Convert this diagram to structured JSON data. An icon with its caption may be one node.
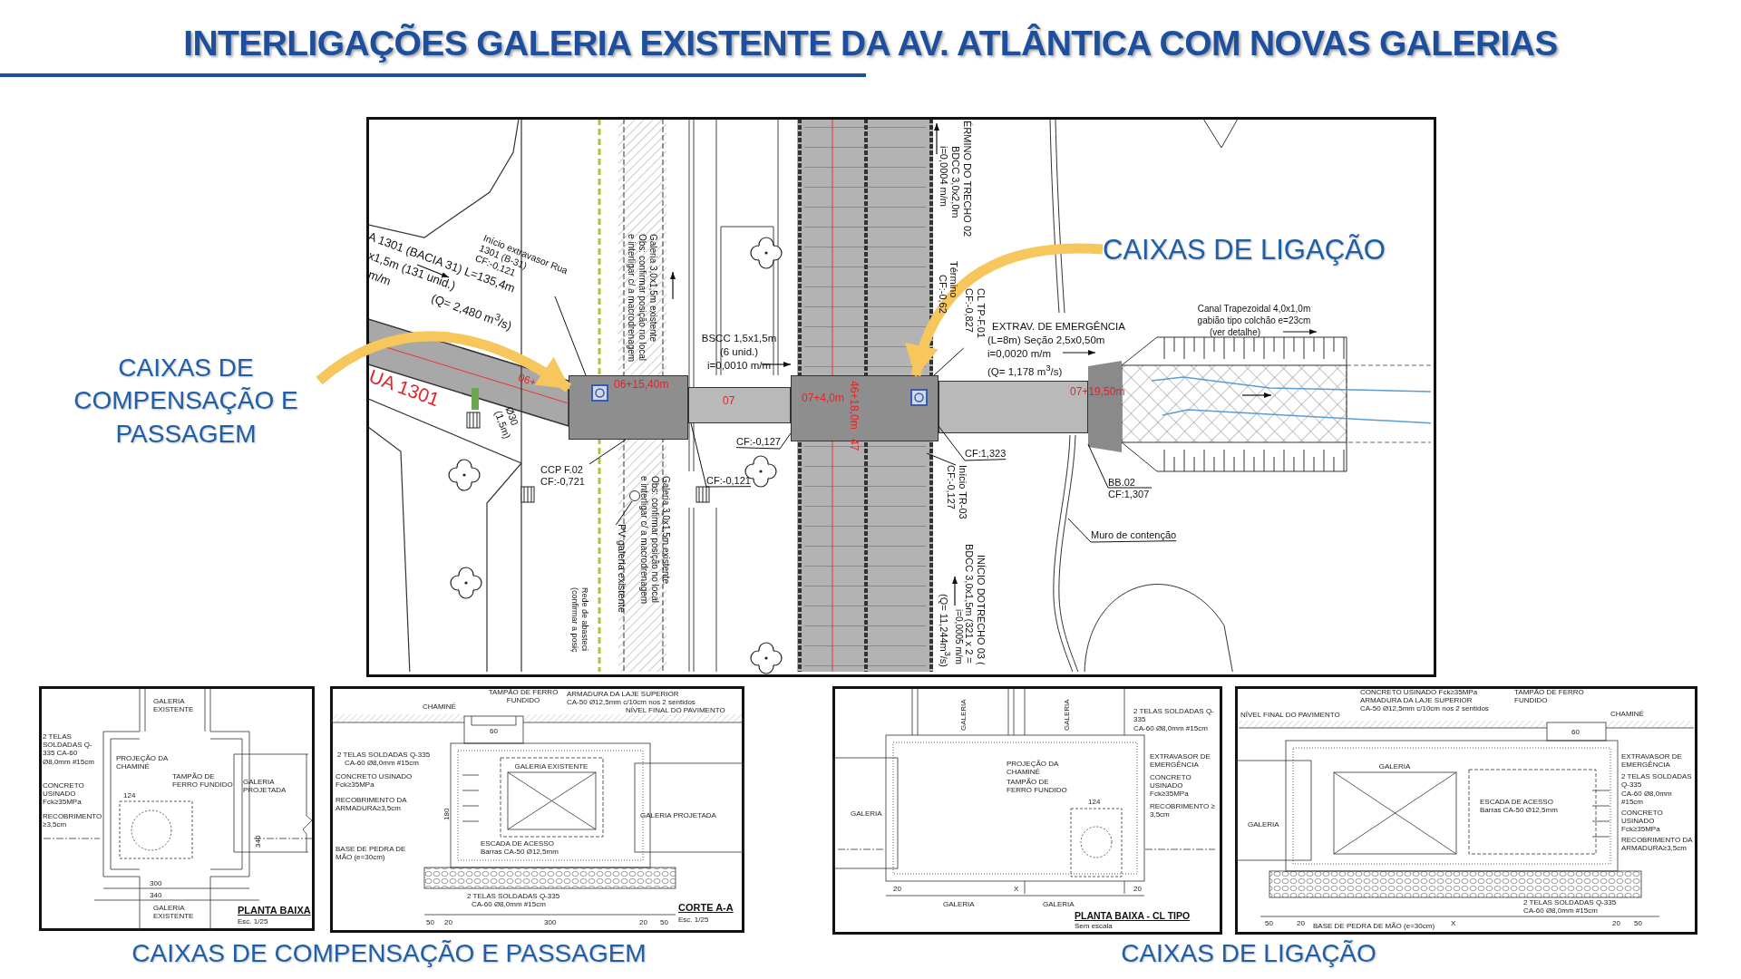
{
  "diagram": {
    "title": "INTERLIGAÇÕES GALERIA EXISTENTE DA AV. ATLÂNTICA COM NOVAS GALERIAS",
    "nodes": [
      {
        "text": [
          "CAIXAS DE COMPENSAÇÃO E PASSAGEM"
        ]
      },
      {
        "text": [
          "CAIXAS DE LIGAÇÃO"
        ]
      },
      {
        "text": [],
        "shape": "box"
      },
      {
        "text": [],
        "shape": "circle"
      },
      {
        "text": [],
        "shape": "box"
      },
      {
        "text": [],
        "shape": "box"
      },
      {
        "text": [],
        "shape": "box"
      },
      {
        "text": [],
        "shape": "trapezoid"
      },
      {
        "text": [
          "Início extravasor Rua 1301 (B-31) CF:-0,121"
        ]
      },
      {
        "text": [
          "CCP F.02 CF:-0,721"
        ]
      },
      {
        "text": [
          "CF:-0,121"
        ]
      },
      {
        "text": [
          "CF:-0,127"
        ]
      },
      {
        "text": [
          "PV galeria existente"
        ]
      },
      {
        "text": [
          "CL TP-F.01 CF:-0,827"
        ]
      },
      {
        "text": [
          "CF:1,323"
        ]
      },
      {
        "text": [
          "Início TR-03 CF:-0,127"
        ]
      },
      {
        "text": [
          "BB.02 CF:1,307"
        ]
      },
      {
        "text": [
          "Muro de contenção"
        ]
      }
    ],
    "edges": [
      {
        "from": 0,
        "to": 2,
        "arrow": "to",
        "style": "thick",
        "color": "#f7c65c"
      },
      {
        "from": 1,
        "to": 5,
        "arrow": "to",
        "style": "thick",
        "color": "#f7c65c"
      },
      {
        "from": 8,
        "to": 2,
        "arrow": "none"
      },
      {
        "from": 9,
        "to": 2,
        "arrow": "none"
      },
      {
        "from": 10,
        "to": 4,
        "arrow": "none"
      },
      {
        "from": 11,
        "to": 5,
        "arrow": "none"
      },
      {
        "from": 12,
        "to": 3,
        "arrow": "none"
      },
      {
        "from": 13,
        "to": 5,
        "arrow": "none"
      },
      {
        "from": 14,
        "to": 5,
        "arrow": "none"
      },
      {
        "from": 15,
        "to": null,
        "arrow": "none"
      },
      {
        "from": 16,
        "to": 7,
        "arrow": "none"
      },
      {
        "from": 17,
        "to": null,
        "arrow": "none"
      }
    ],
    "labels": [
      "A 1301 (BACIA 31) L=135,4m",
      "x1,5m (131 unid.)",
      "m/m",
      "(Q= 2,480 m$^{3}$/s)",
      "UA 1301",
      "06+",
      "06+15,40m",
      "07",
      "07+4,0m",
      "46+18,0m",
      "47",
      "07+19,50m",
      "BSCC 1,5x1,5m",
      "(6 unid.)",
      "i=0,0010 m/m",
      "Galeria 3,0x1,5m existente",
      "Obs: confirmar posição no local",
      "e interligar c/ a macrodrenagem",
      "Galeria 3,0x1,5m existente",
      "Obs: confirmar posição no local",
      "e interligar c/ a macrodrenagem",
      "ÉRMINO DO TRECHO 02",
      "BDCC 3,0x2,0m",
      "i=0,0004 m/m",
      "Término",
      "CF:-0,62",
      "EXTRAV. DE EMERGÊNCIA",
      "(L=8m) Seção 2,5x0,50m",
      "i=0,0020 m/m",
      "(Q= 1,178 m$^{3}$/s)",
      "Canal Trapezoidal 4,0x1,0m",
      "gabião tipo colchão e=23cm",
      "(ver detalhe)",
      "Ø30 (1,5m)",
      "Rede de abasteci",
      "(confirmar a posiç",
      "INÍCIO DOTRECHO 03 (",
      "BDCC 3,0x1,5m (321 x 2 =",
      "i=0,0005 m/m",
      "(Q= 11,244m$^{3}$/s)",
      "CAIXAS DE COMPENSAÇÃO E PASSAGEM",
      "CAIXAS DE LIGAÇÃO",
      "GALERIA EXISTENTE",
      "GALERIA EXISTENTE",
      "GALERIA PROJETADA",
      "PROJEÇÃO DA CHAMINÉ",
      "TAMPÃO DE FERRO FUNDIDO",
      "2 TELAS SOLDADAS Q-335 CA-60 Ø8,0mm #15cm",
      "CONCRETO USINADO Fck≥35MPa",
      "RECOBRIMENTO ≥3,5cm",
      "124",
      "300",
      "340",
      "340",
      "PLANTA BAIXA",
      "Esc. 1/25",
      "CHAMINÉ",
      "TAMPÃO DE FERRO FUNDIDO",
      "ARMADURA DA LAJE SUPERIOR",
      "CA-50 Ø12,5mm c/10cm nos 2 sentidos",
      "NÍVEL FINAL DO PAVIMENTO",
      "2 TELAS SOLDADAS Q-335",
      "CA-60 Ø8,0mm #15cm",
      "CONCRETO USINADO Fck≥35MPa",
      "RECOBRIMENTO DA ARMADURA≥3,5cm",
      "BASE DE PEDRA DE MÃO (e=30cm)",
      "GALERIA EXISTENTE",
      "ESCADA DE ACESSO",
      "Barras CA-50 Ø12,5mm",
      "GALERIA PROJETADA",
      "2 TELAS SOLDADAS Q-335",
      "CA-60 Ø8,0mm #15cm",
      "60",
      "180",
      "50",
      "20",
      "300",
      "20",
      "50",
      "CORTE A-A",
      "Esc. 1/25",
      "GALERIA",
      "GALERIA",
      "GALERIA",
      "2 TELAS SOLDADAS Q-335",
      "CA-60 Ø8,0mm #15cm",
      "PROJEÇÃO DA CHAMINÉ",
      "TAMPÃO DE FERRO FUNDIDO",
      "EXTRAVASOR DE EMERGÊNCIA",
      "CONCRETO USINADO Fck≥35MPa",
      "RECOBRIMENTO ≥ 3,5cm",
      "124",
      "X",
      "20",
      "20",
      "GALERIA",
      "GALERIA",
      "PLANTA BAIXA - CL TIPO",
      "Sem escala",
      "CONCRETO USINADO Fck≥35MPa",
      "ARMADURA DA LAJE SUPERIOR",
      "CA-50 Ø12,5mm c/10cm nos 2 sentidos",
      "TAMPÃO DE FERRO FUNDIDO",
      "CHAMINÉ",
      "NÍVEL FINAL DO PAVIMENTO",
      "GALERIA",
      "GALERIA",
      "EXTRAVASOR DE EMERGÊNCIA",
      "ESCADA DE ACESSO",
      "Barras CA-50 Ø12,5mm",
      "2 TELAS SOLDADAS Q-335",
      "CA-60 Ø8,0mm #15cm",
      "CONCRETO USINADO Fck≥35MPa",
      "RECOBRIMENTO DA ARMADURA≥3,5cm",
      "2 TELAS SOLDADAS Q-335",
      "CA-60 Ø8,0mm #15cm",
      "BASE DE PEDRA DE MÃO (e=30cm)",
      "X",
      "50",
      "20",
      "20",
      "50",
      "60"
    ]
  }
}
